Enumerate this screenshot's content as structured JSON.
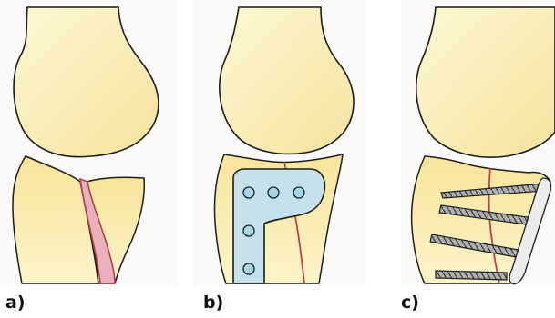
{
  "panels": [
    {
      "label": "a)",
      "content": "fracture"
    },
    {
      "label": "b)",
      "content": "plate"
    },
    {
      "label": "c)",
      "content": "screws"
    }
  ],
  "colors": {
    "bone_fill": "#fbf3c4",
    "bone_shade": "#f0d98a",
    "outline": "#1c1c1c",
    "fracture_line": "#b3424f",
    "fracture_fill": "#e8a8b4",
    "plate_fill": "#c4e0ea",
    "plate_hole": "#a9d7e6",
    "screw_fill": "#9a9a9a"
  }
}
